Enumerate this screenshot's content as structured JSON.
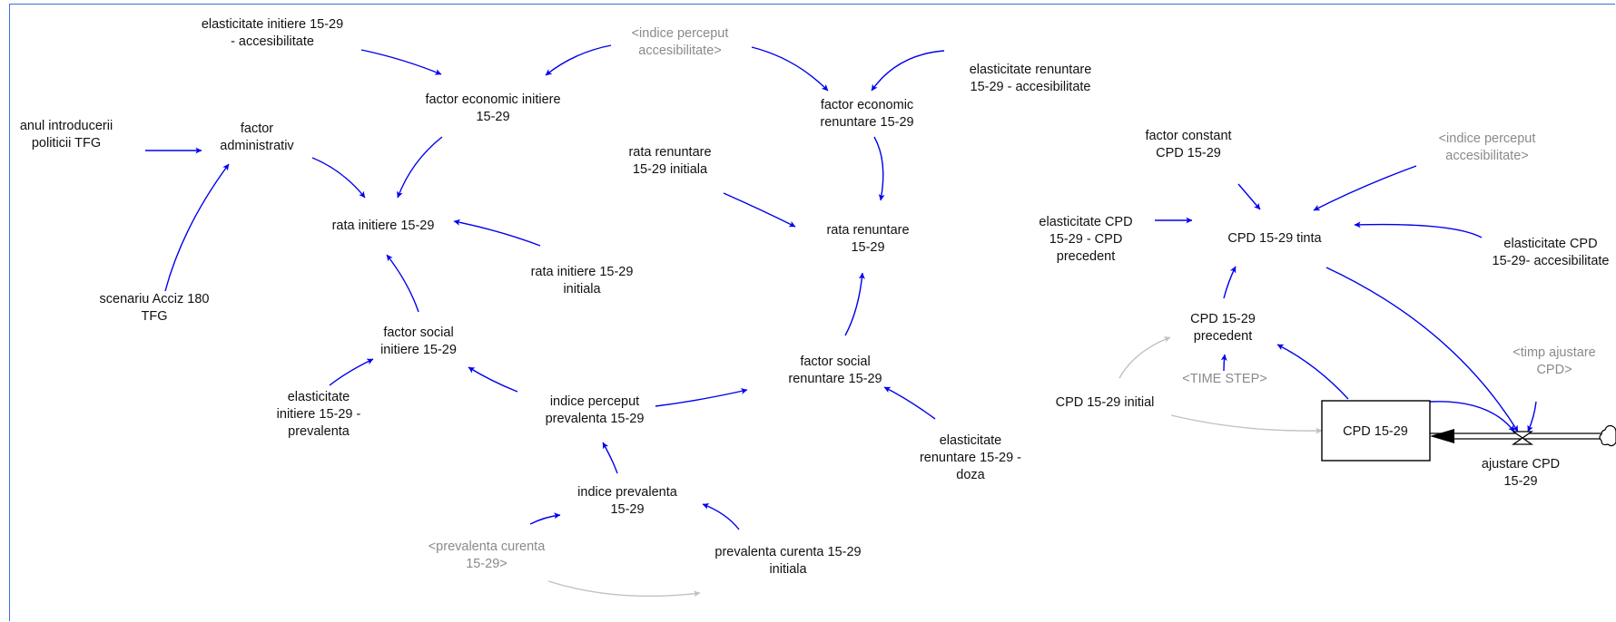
{
  "colors": {
    "causal_link": "#0000ee",
    "initial_link": "#c0c0c0",
    "variable_text": "#111111",
    "shadow_variable_text": "#8a8a8a",
    "border": "#3c6fd6"
  },
  "variables": {
    "elast_init_access": "elasticitate initiere 15-29\n- accesibilitate",
    "indice_perceput_access_1": "<indice perceput\naccesibilitate>",
    "elast_ren_access": "elasticitate renuntare\n15-29 - accesibilitate",
    "factor_econ_init": "factor economic initiere\n15-29",
    "factor_econ_ren": "factor economic\nrenuntare 15-29",
    "anul_introducerii": "anul introducerii\npoliticii TFG",
    "factor_admin": "factor\nadministrativ",
    "rata_ren_init": "rata renuntare\n15-29 initiala",
    "rata_initiere": "rata initiere 15-29",
    "rata_renuntare": "rata renuntare\n15-29",
    "rata_init_initiala": "rata initiere 15-29\ninitiala",
    "scenariu": "scenariu Acciz 180\nTFG",
    "factor_social_init": "factor social\ninitiere 15-29",
    "factor_social_ren": "factor social\nrenuntare 15-29",
    "elast_init_prev": "elasticitate\ninitiere 15-29 -\nprevalenta",
    "indice_perceput_prev": "indice perceput\nprevalenta 15-29",
    "elast_ren_doza": "elasticitate\nrenuntare 15-29 -\ndoza",
    "indice_prevalenta": "indice prevalenta\n15-29",
    "prevalenta_curenta": "<prevalenta curenta\n15-29>",
    "prevalenta_initiala": "prevalenta curenta 15-29\ninitiala",
    "factor_constant_cpd": "factor constant\nCPD 15-29",
    "indice_perceput_access_2": "<indice perceput\naccesibilitate>",
    "elast_cpd_prec": "elasticitate CPD\n15-29 - CPD\nprecedent",
    "cpd_tinta": "CPD 15-29 tinta",
    "elast_cpd_access": "elasticitate CPD\n15-29- accesibilitate",
    "cpd_precedent": "CPD 15-29\nprecedent",
    "time_step": "<TIME STEP>",
    "timp_ajustare": "<timp ajustare\nCPD>",
    "cpd_initial": "CPD 15-29 initial",
    "cpd_stock": "CPD 15-29",
    "ajustare_cpd": "ajustare CPD\n15-29"
  }
}
